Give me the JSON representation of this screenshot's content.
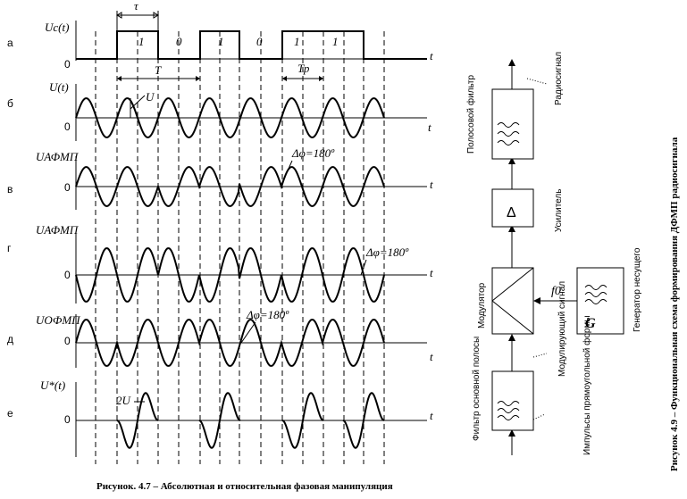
{
  "left_figure": {
    "caption": "Рисунок. 4.7 – Абсолютная и относительная фазовая манипуляция",
    "rows": [
      {
        "letter": "а",
        "signal": "Uc(t)",
        "zero": "0",
        "t": "t"
      },
      {
        "letter": "б",
        "signal": "U(t)",
        "zero": "0",
        "t": "t"
      },
      {
        "letter": "в",
        "signal": "UАФМП",
        "zero": "0",
        "t": "t"
      },
      {
        "letter": "г",
        "signal": "UАФМП",
        "zero": "0",
        "t": "t"
      },
      {
        "letter": "д",
        "signal": "UОФМП",
        "zero": "0",
        "t": "t"
      },
      {
        "letter": "е",
        "signal": "U*(t)",
        "zero": "0",
        "t": "t"
      }
    ],
    "bits": [
      "1",
      "0",
      "1",
      "0",
      "1",
      "1"
    ],
    "tau": "τ",
    "T": "T",
    "Tp": "Тр",
    "U": "U",
    "two_U": "2U",
    "phase_labels": [
      "Δφ=180º",
      "Δφ=180º",
      "Δφ=180º"
    ]
  },
  "right_figure": {
    "caption": "Рисунок 4.9 – Функциональная схема формирования ДФМП радиосигнала",
    "blocks": {
      "filter_bottom": "Фильтр основной полосы",
      "modulator": "Модулятор",
      "amplifier": "Усилитель",
      "bandpass": "Полосовой фильтр",
      "generator": "Генератор несущего",
      "generator_symbol": "G",
      "amplifier_symbol": "Δ"
    },
    "labels": {
      "pulses": "Импульсы прямоугольной формы",
      "modulating": "Модулирующий сигнал",
      "radio": "Радиосигнал",
      "f0": "f0"
    }
  }
}
